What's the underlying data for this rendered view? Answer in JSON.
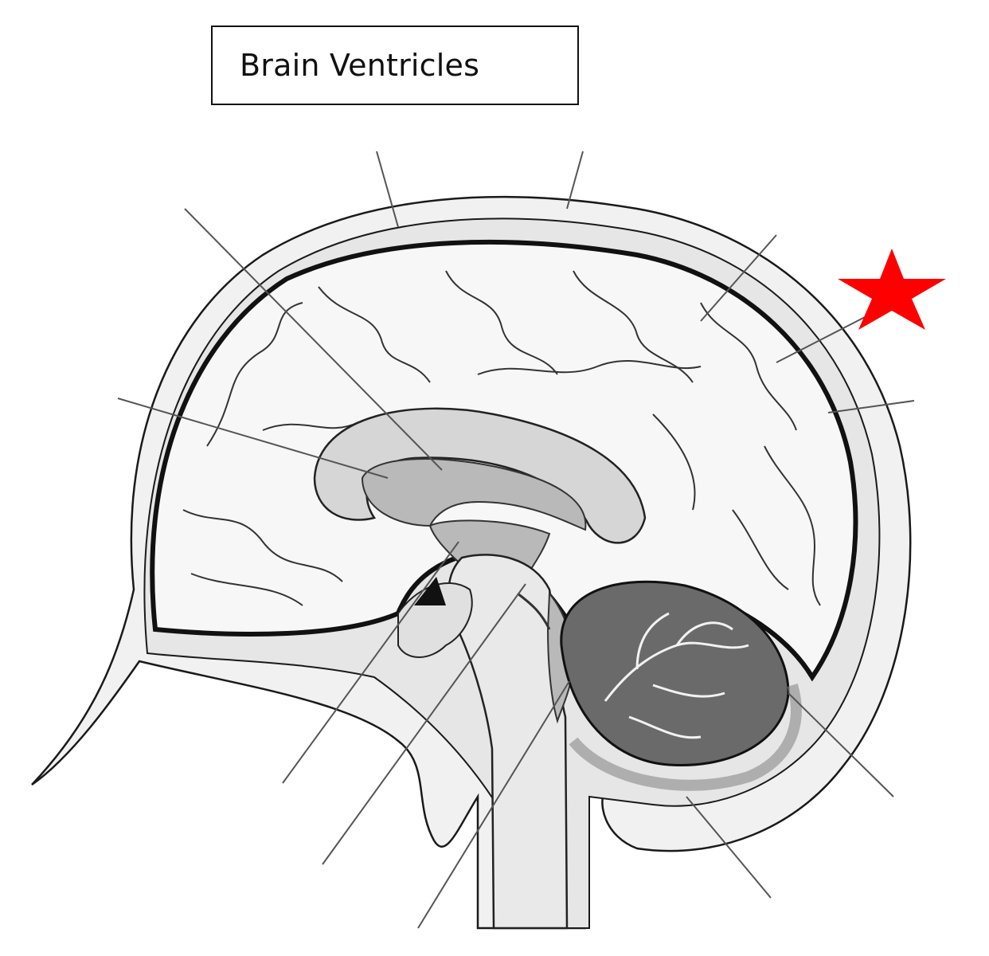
{
  "title": "Brain Ventricles",
  "marker": {
    "shape": "star",
    "color": "#ff0000"
  },
  "colors": {
    "outline": "#1a1a1a",
    "scalp_fill": "#f1f1f1",
    "skull_fill": "#e4e4e4",
    "brain_fill": "#f7f7f7",
    "ventricle_fill": "#b9b9b9",
    "cerebellum_fill": "#6a6a6a",
    "leader_line": "#555555"
  },
  "label_lines": {
    "count": 12,
    "labels_blank": true
  }
}
